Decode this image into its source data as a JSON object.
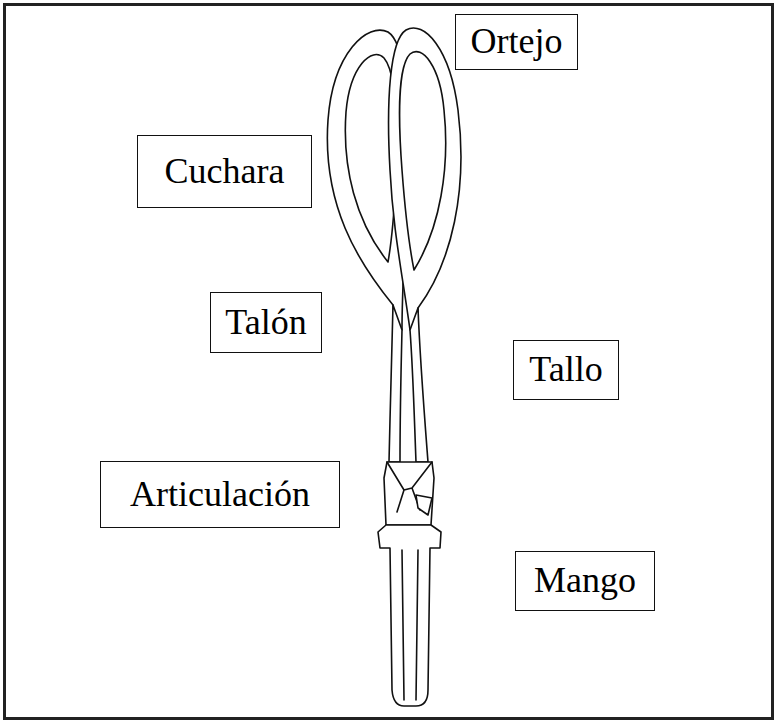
{
  "diagram": {
    "nodes": [
      {
        "text": [
          "Ortejo"
        ]
      },
      {
        "text": [
          "Cuchara"
        ]
      },
      {
        "text": [
          "Talón"
        ]
      },
      {
        "text": [
          "Tallo"
        ]
      },
      {
        "text": [
          "Articulación"
        ]
      },
      {
        "text": [
          "Mango"
        ]
      }
    ]
  }
}
